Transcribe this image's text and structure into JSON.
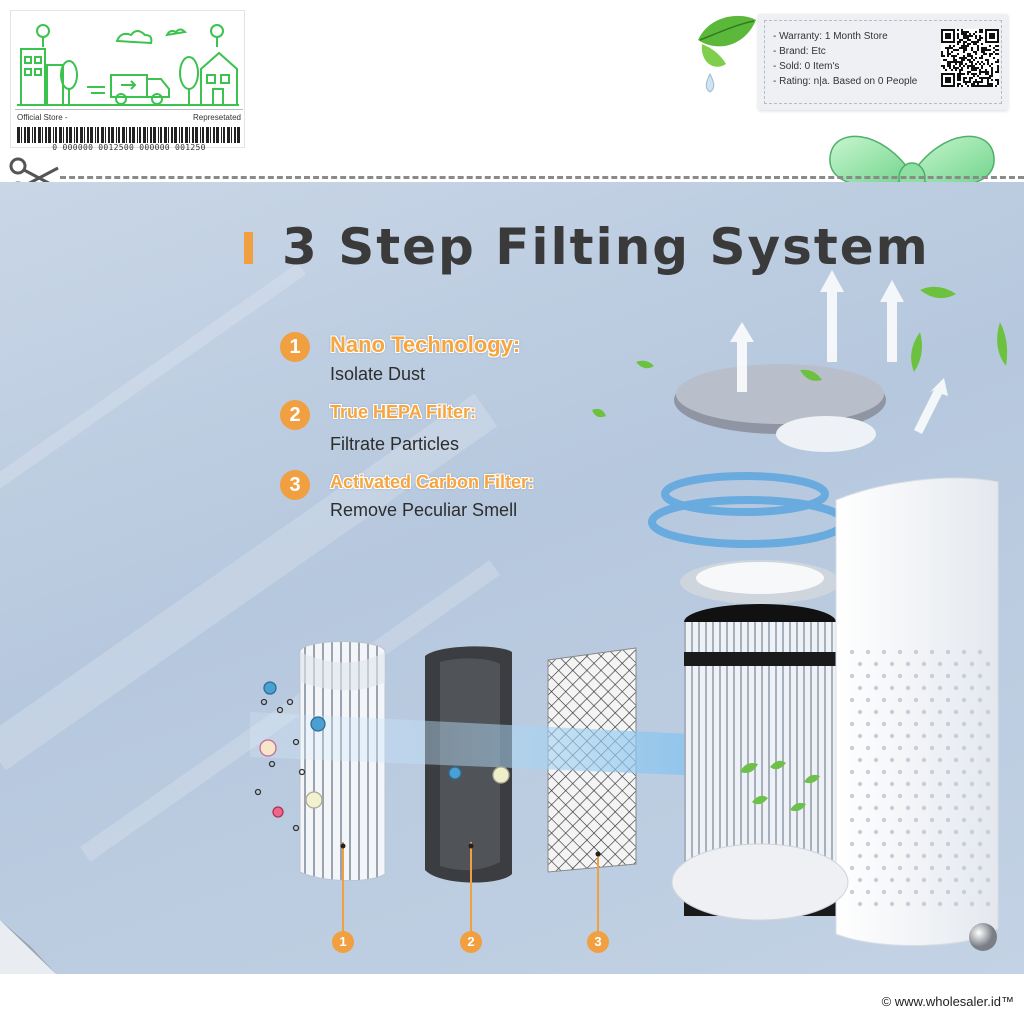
{
  "store_badge": {
    "left_label": "Official Store -",
    "right_label": "Represetated",
    "barcode_number": "0 000000 0012500 000000 001250"
  },
  "info_card": {
    "warranty": "- Warranty: 1 Month Store",
    "brand": "- Brand: Etc",
    "sold": "- Sold: 0 Item's",
    "rating": "- Rating: n|a. Based on 0 People"
  },
  "main": {
    "title": "3 Step Filting System",
    "steps": [
      {
        "number": "1",
        "title": "Nano Technology:",
        "description": "Isolate Dust"
      },
      {
        "number": "2",
        "title": "True HEPA Filter:",
        "description": "Filtrate Particles"
      },
      {
        "number": "3",
        "title": "Activated Carbon Filter:",
        "description": "Remove Peculiar Smell"
      }
    ],
    "filter_labels": [
      "1",
      "2",
      "3"
    ]
  },
  "footer": {
    "copyright": "© www.wholesaler.id™"
  },
  "colors": {
    "accent": "#f0a040",
    "panel_bg": "#bccde2",
    "title_text": "#3a3a3a"
  }
}
